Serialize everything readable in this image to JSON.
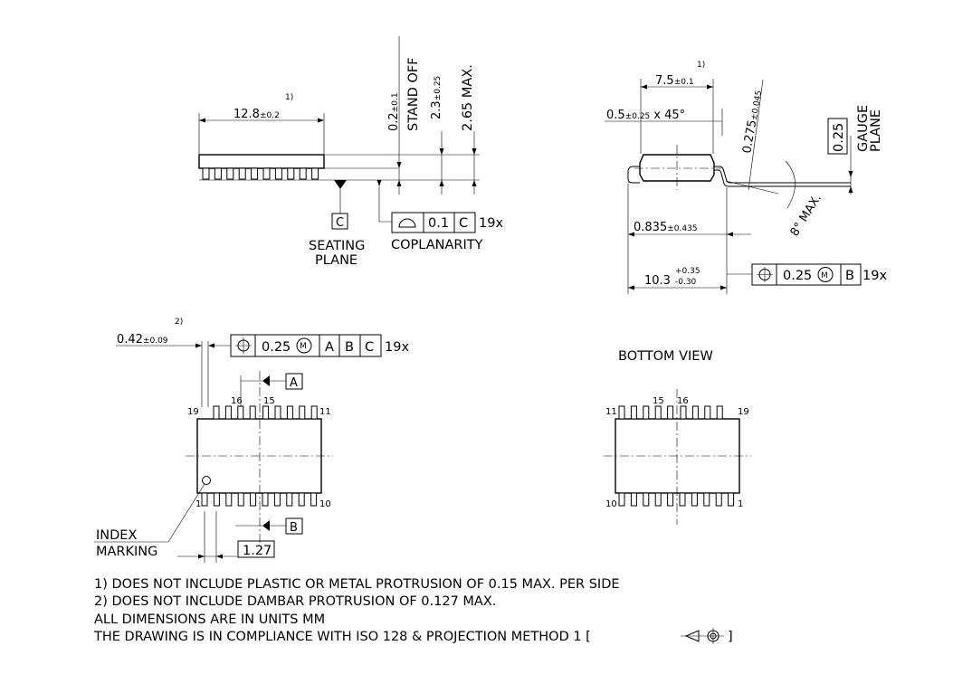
{
  "side_view": {
    "length_label": "12.8",
    "length_tol": "±0.2",
    "length_note": "1)",
    "standoff_label": "0.2",
    "standoff_tol": "±0.1",
    "standoff_text": "STAND OFF",
    "thickness_label": "2.3",
    "thickness_tol": "±0.25",
    "max_height": "2.65 MAX.",
    "datum_c": "C",
    "seating_plane_1": "SEATING",
    "seating_plane_2": "PLANE",
    "coplanarity_value": "0.1",
    "coplanarity_ref": "C",
    "coplanarity_count": "19x",
    "coplanarity_text": "COPLANARITY"
  },
  "end_view": {
    "width_label": "7.5",
    "width_tol": "±0.1",
    "width_note": "1)",
    "chamfer_label": "0.5",
    "chamfer_tol": "±0.25",
    "chamfer_angle": "x 45°",
    "lead_thick_label": "0.275",
    "lead_thick_tol": "±0.045",
    "gauge_value": "0.25",
    "gauge_text_1": "GAUGE",
    "gauge_text_2": "PLANE",
    "angle_label": "8° MAX.",
    "foot_label": "0.835",
    "foot_tol": "±0.435",
    "span_label": "10.3",
    "span_tol_plus": "+0.35",
    "span_tol_minus": "-0.30",
    "pos_value": "0.25",
    "pos_modifier": "M",
    "pos_ref": "B",
    "pos_count": "19x"
  },
  "top_view": {
    "lead_width_label": "0.42",
    "lead_width_tol": "±0.09",
    "lead_width_note": "2)",
    "pos_value": "0.25",
    "pos_modifier": "M",
    "pos_ref_a": "A",
    "pos_ref_b": "B",
    "pos_ref_c": "C",
    "pos_count": "19x",
    "datum_a": "A",
    "datum_b": "B",
    "pin_19": "19",
    "pin_16": "16",
    "pin_15": "15",
    "pin_11": "11",
    "pin_1": "1",
    "pin_10": "10",
    "index_1": "INDEX",
    "index_2": "MARKING",
    "pitch_label": "1.27"
  },
  "bottom_view": {
    "title": "BOTTOM VIEW",
    "pin_11": "11",
    "pin_15": "15",
    "pin_16": "16",
    "pin_19": "19",
    "pin_10": "10",
    "pin_1": "1"
  },
  "notes": [
    "1) DOES NOT INCLUDE PLASTIC OR METAL PROTRUSION OF 0.15 MAX. PER SIDE",
    "2) DOES NOT INCLUDE DAMBAR PROTRUSION OF 0.127 MAX.",
    "ALL DIMENSIONS ARE IN UNITS MM",
    "THE DRAWING IS IN COMPLIANCE WITH ISO 128 & PROJECTION METHOD 1 ["
  ],
  "notes_close": "]"
}
